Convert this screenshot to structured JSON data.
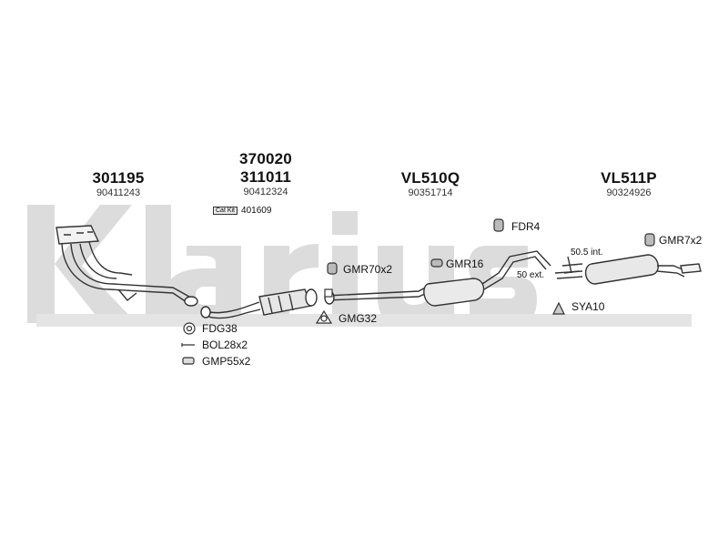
{
  "watermark": "Klarius",
  "sections": [
    {
      "part_numbers": [
        "301195"
      ],
      "oem": "90411243"
    },
    {
      "part_numbers": [
        "370020",
        "311011"
      ],
      "oem": "90412324",
      "cat_kit_badge": "Cat Kit",
      "cat_kit_number": "401609"
    },
    {
      "part_numbers": [
        "VL510Q"
      ],
      "oem": "90351714"
    },
    {
      "part_numbers": [
        "VL511P"
      ],
      "oem": "90324926"
    }
  ],
  "fittings": {
    "fdg38": "FDG38",
    "bol28x2": "BOL28x2",
    "gmp55x2": "GMP55x2",
    "gmr70x2": "GMR70x2",
    "gmg32": "GMG32",
    "gmr16": "GMR16",
    "fdr4": "FDR4",
    "gmr7x2": "GMR7x2",
    "sya10": "SYA10"
  },
  "annotations": {
    "int": "50.5 int.",
    "ext": "50 ext."
  }
}
